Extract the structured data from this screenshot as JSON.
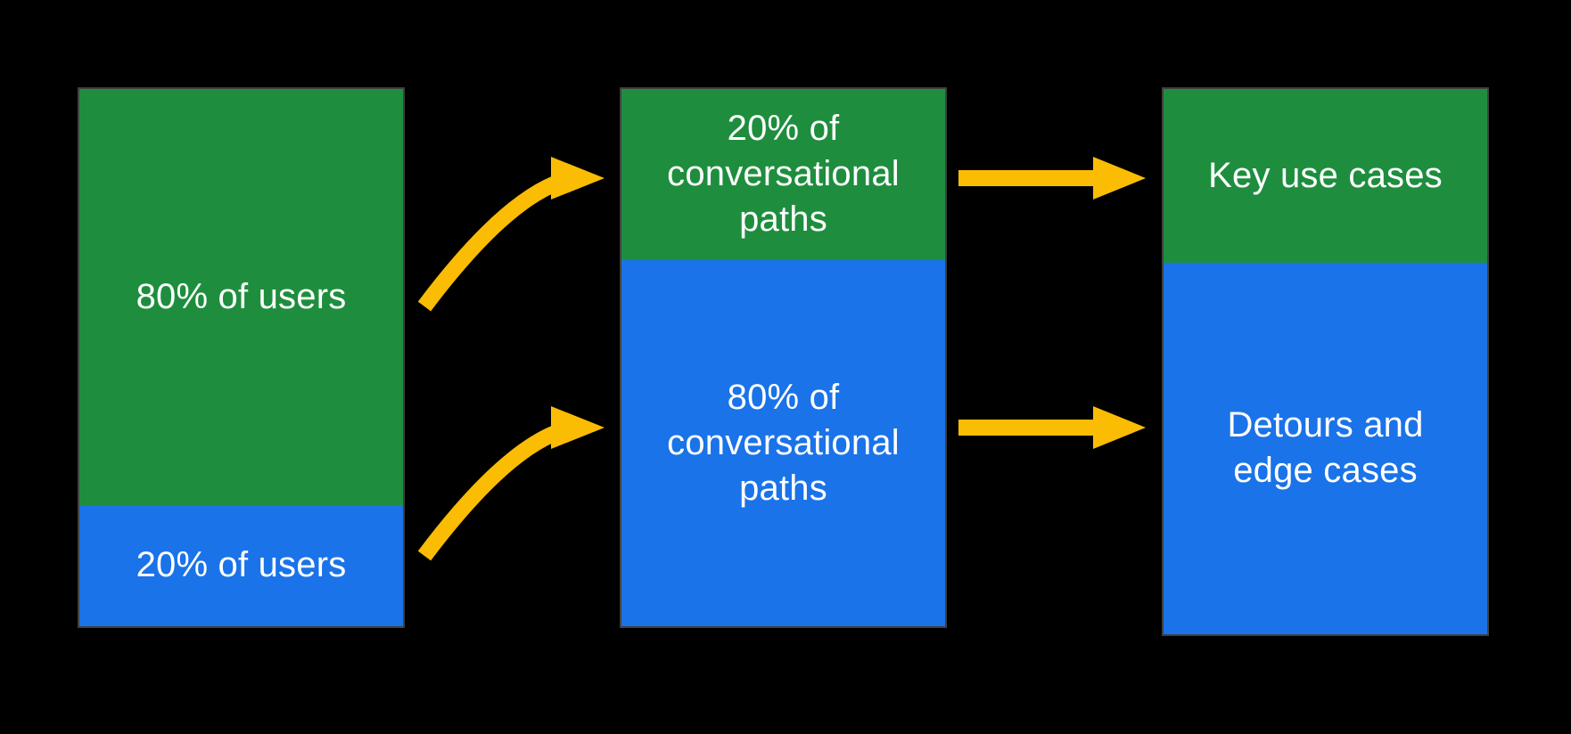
{
  "colors": {
    "background": "#000000",
    "green": "#1E8E3E",
    "blue": "#1A73E8",
    "arrow_yellow": "#FBBC04",
    "bar_border": "#404040",
    "label_text": "#FFFFFF"
  },
  "diagram": {
    "columns": [
      {
        "name": "users",
        "segments": [
          {
            "color": "green",
            "lines": [
              "80% of users"
            ]
          },
          {
            "color": "blue",
            "lines": [
              "20% of users"
            ]
          }
        ]
      },
      {
        "name": "conversational-paths",
        "segments": [
          {
            "color": "green",
            "lines": [
              "20% of",
              "conversational",
              "paths"
            ]
          },
          {
            "color": "blue",
            "lines": [
              "80% of",
              "conversational",
              "paths"
            ]
          }
        ]
      },
      {
        "name": "outcomes",
        "segments": [
          {
            "color": "green",
            "lines": [
              "Key use cases"
            ]
          },
          {
            "color": "blue",
            "lines": [
              "Detours and",
              "edge cases"
            ]
          }
        ]
      }
    ]
  }
}
